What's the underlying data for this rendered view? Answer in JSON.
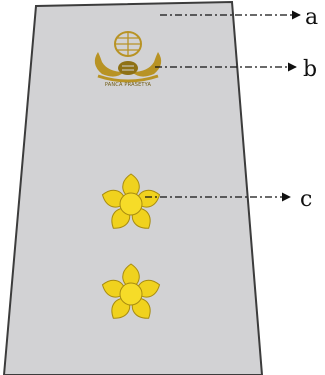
{
  "figure": {
    "emblem_caption": "PANCA PRASETYA",
    "callouts": [
      {
        "key": "a",
        "label": "a"
      },
      {
        "key": "b",
        "label": "b"
      },
      {
        "key": "c",
        "label": "c"
      }
    ],
    "flower_count": 2,
    "colors": {
      "board_fill": "#d2d2d4",
      "board_stroke": "#3c3c3c",
      "emblem_gold": "#b89324",
      "flower_yellow": "#f0d21e",
      "flower_edge": "#a88c10",
      "flower_center": "#f6dc28",
      "leader_line": "#111111"
    }
  }
}
